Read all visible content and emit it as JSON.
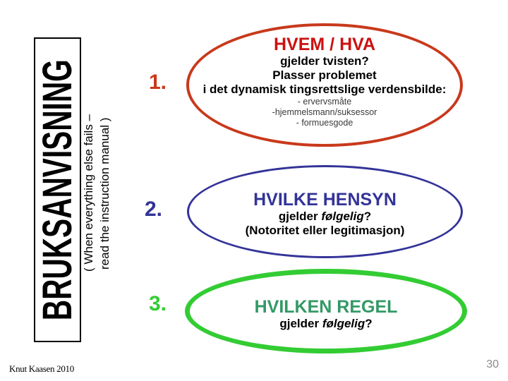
{
  "sidebar": {
    "title": "BRUKSANVISNING",
    "note_line1": "( When everything else fails –",
    "note_line2": "read the instruction manual )"
  },
  "steps": [
    {
      "number": "1.",
      "heading": "HVEM / HVA",
      "line1": "gjelder tvisten?",
      "line2": "Plasser problemet",
      "line3": "i det dynamisk tingsrettslige verdensbilde:",
      "sub1": "- ervervsmåte",
      "sub2": "-hjemmelsmann/suksessor",
      "sub3": "- formuesgode",
      "border_color": "#c8391b",
      "heading_color": "#cc1111",
      "number_color": "#c8391b"
    },
    {
      "number": "2.",
      "heading": "HVILKE HENSYN",
      "line1_part1": "gjelder ",
      "line1_italic": "følgelig",
      "line1_part2": "?",
      "line2": "(Notoritet eller legitimasjon)",
      "border_color": "#333399",
      "heading_color": "#333399",
      "number_color": "#333399"
    },
    {
      "number": "3.",
      "heading": "HVILKEN REGEL",
      "line1_part1": "gjelder ",
      "line1_italic": "følgelig",
      "line1_part2": "?",
      "border_color": "#33cc33",
      "heading_color": "#339966",
      "number_color": "#33cc33"
    }
  ],
  "footer": {
    "author": "Knut Kaasen 2010",
    "page_number": "30"
  }
}
